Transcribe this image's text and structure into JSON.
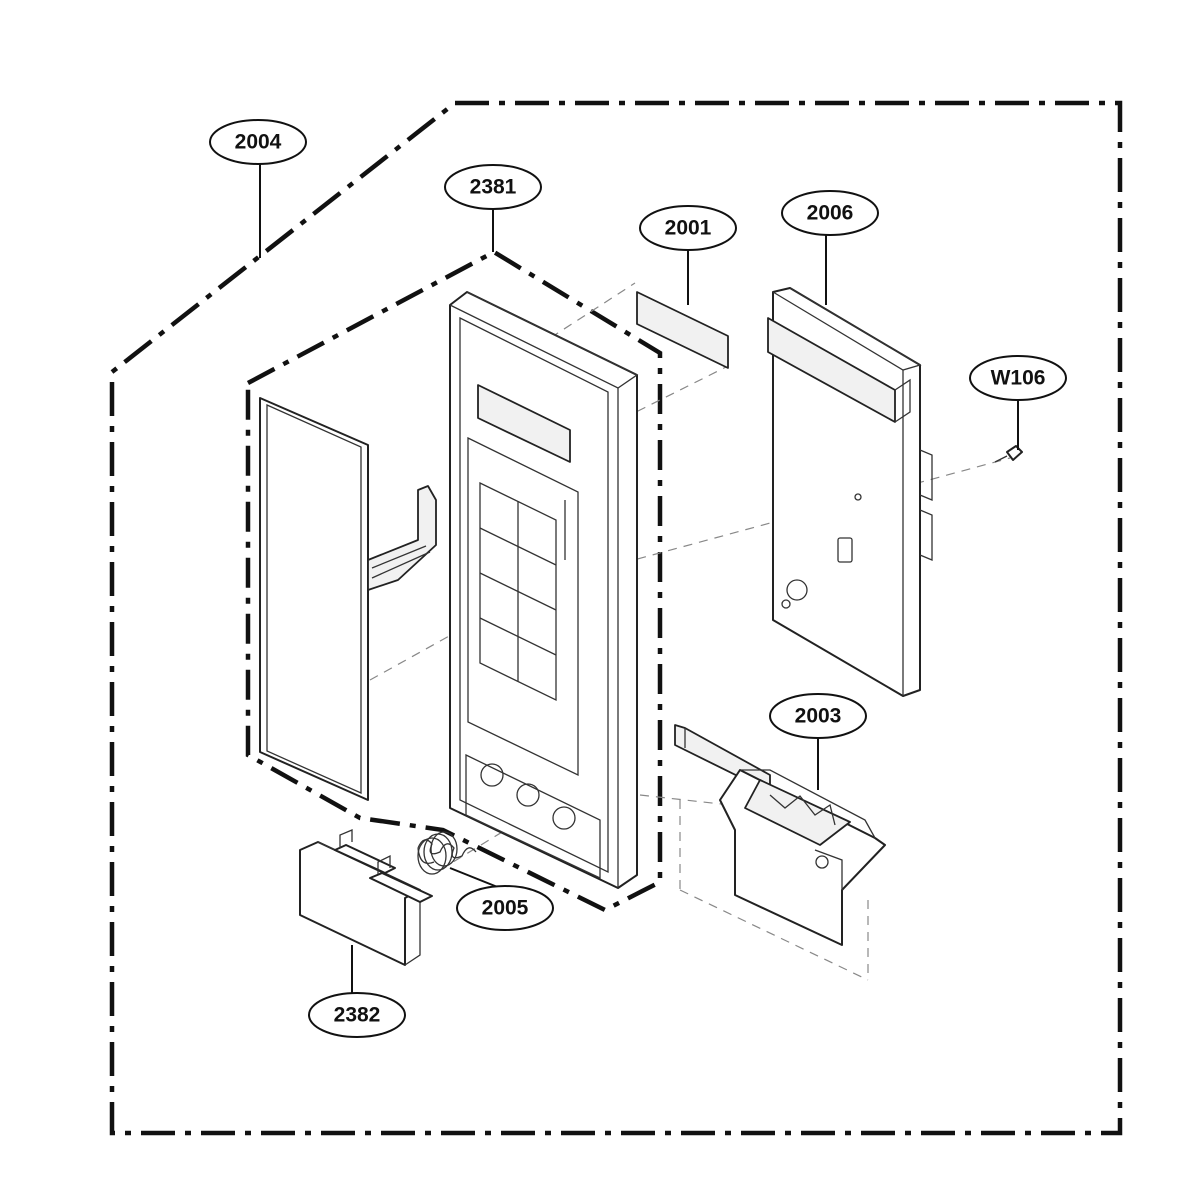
{
  "callouts": [
    {
      "id": "c2004",
      "label": "2004"
    },
    {
      "id": "c2381",
      "label": "2381"
    },
    {
      "id": "c2001",
      "label": "2001"
    },
    {
      "id": "c2006",
      "label": "2006"
    },
    {
      "id": "cW106",
      "label": "W106"
    },
    {
      "id": "c2003",
      "label": "2003"
    },
    {
      "id": "c2005",
      "label": "2005"
    },
    {
      "id": "c2382",
      "label": "2382"
    }
  ]
}
